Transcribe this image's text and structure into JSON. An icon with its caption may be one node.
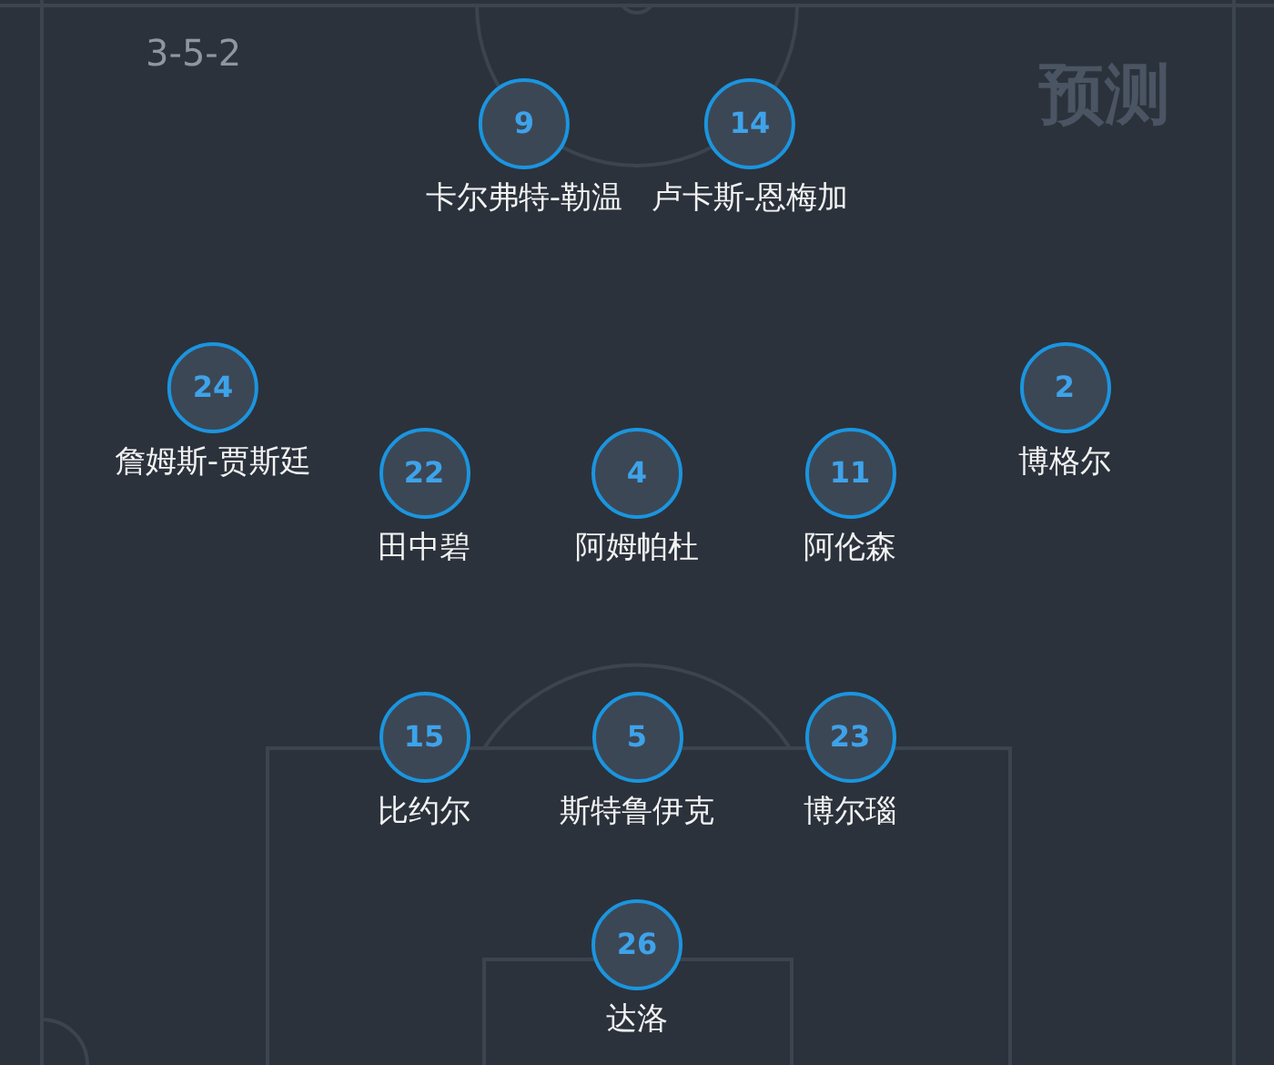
{
  "diagram": {
    "nodes": [
      {
        "text": [
          "9",
          "卡尔弗特-勒温"
        ]
      },
      {
        "text": [
          "14",
          "卢卡斯-恩梅加"
        ]
      },
      {
        "text": [
          "24",
          "詹姆斯-贾斯廷"
        ]
      },
      {
        "text": [
          "2",
          "博格尔"
        ]
      },
      {
        "text": [
          "22",
          "田中碧"
        ]
      },
      {
        "text": [
          "4",
          "阿姆帕杜"
        ]
      },
      {
        "text": [
          "11",
          "阿伦森"
        ]
      },
      {
        "text": [
          "15",
          "比约尔"
        ]
      },
      {
        "text": [
          "5",
          "斯特鲁伊克"
        ]
      },
      {
        "text": [
          "23",
          "博尔瑙"
        ]
      },
      {
        "text": [
          "26",
          "达洛"
        ]
      }
    ],
    "labels": [
      "3-5-2",
      "预测"
    ]
  }
}
